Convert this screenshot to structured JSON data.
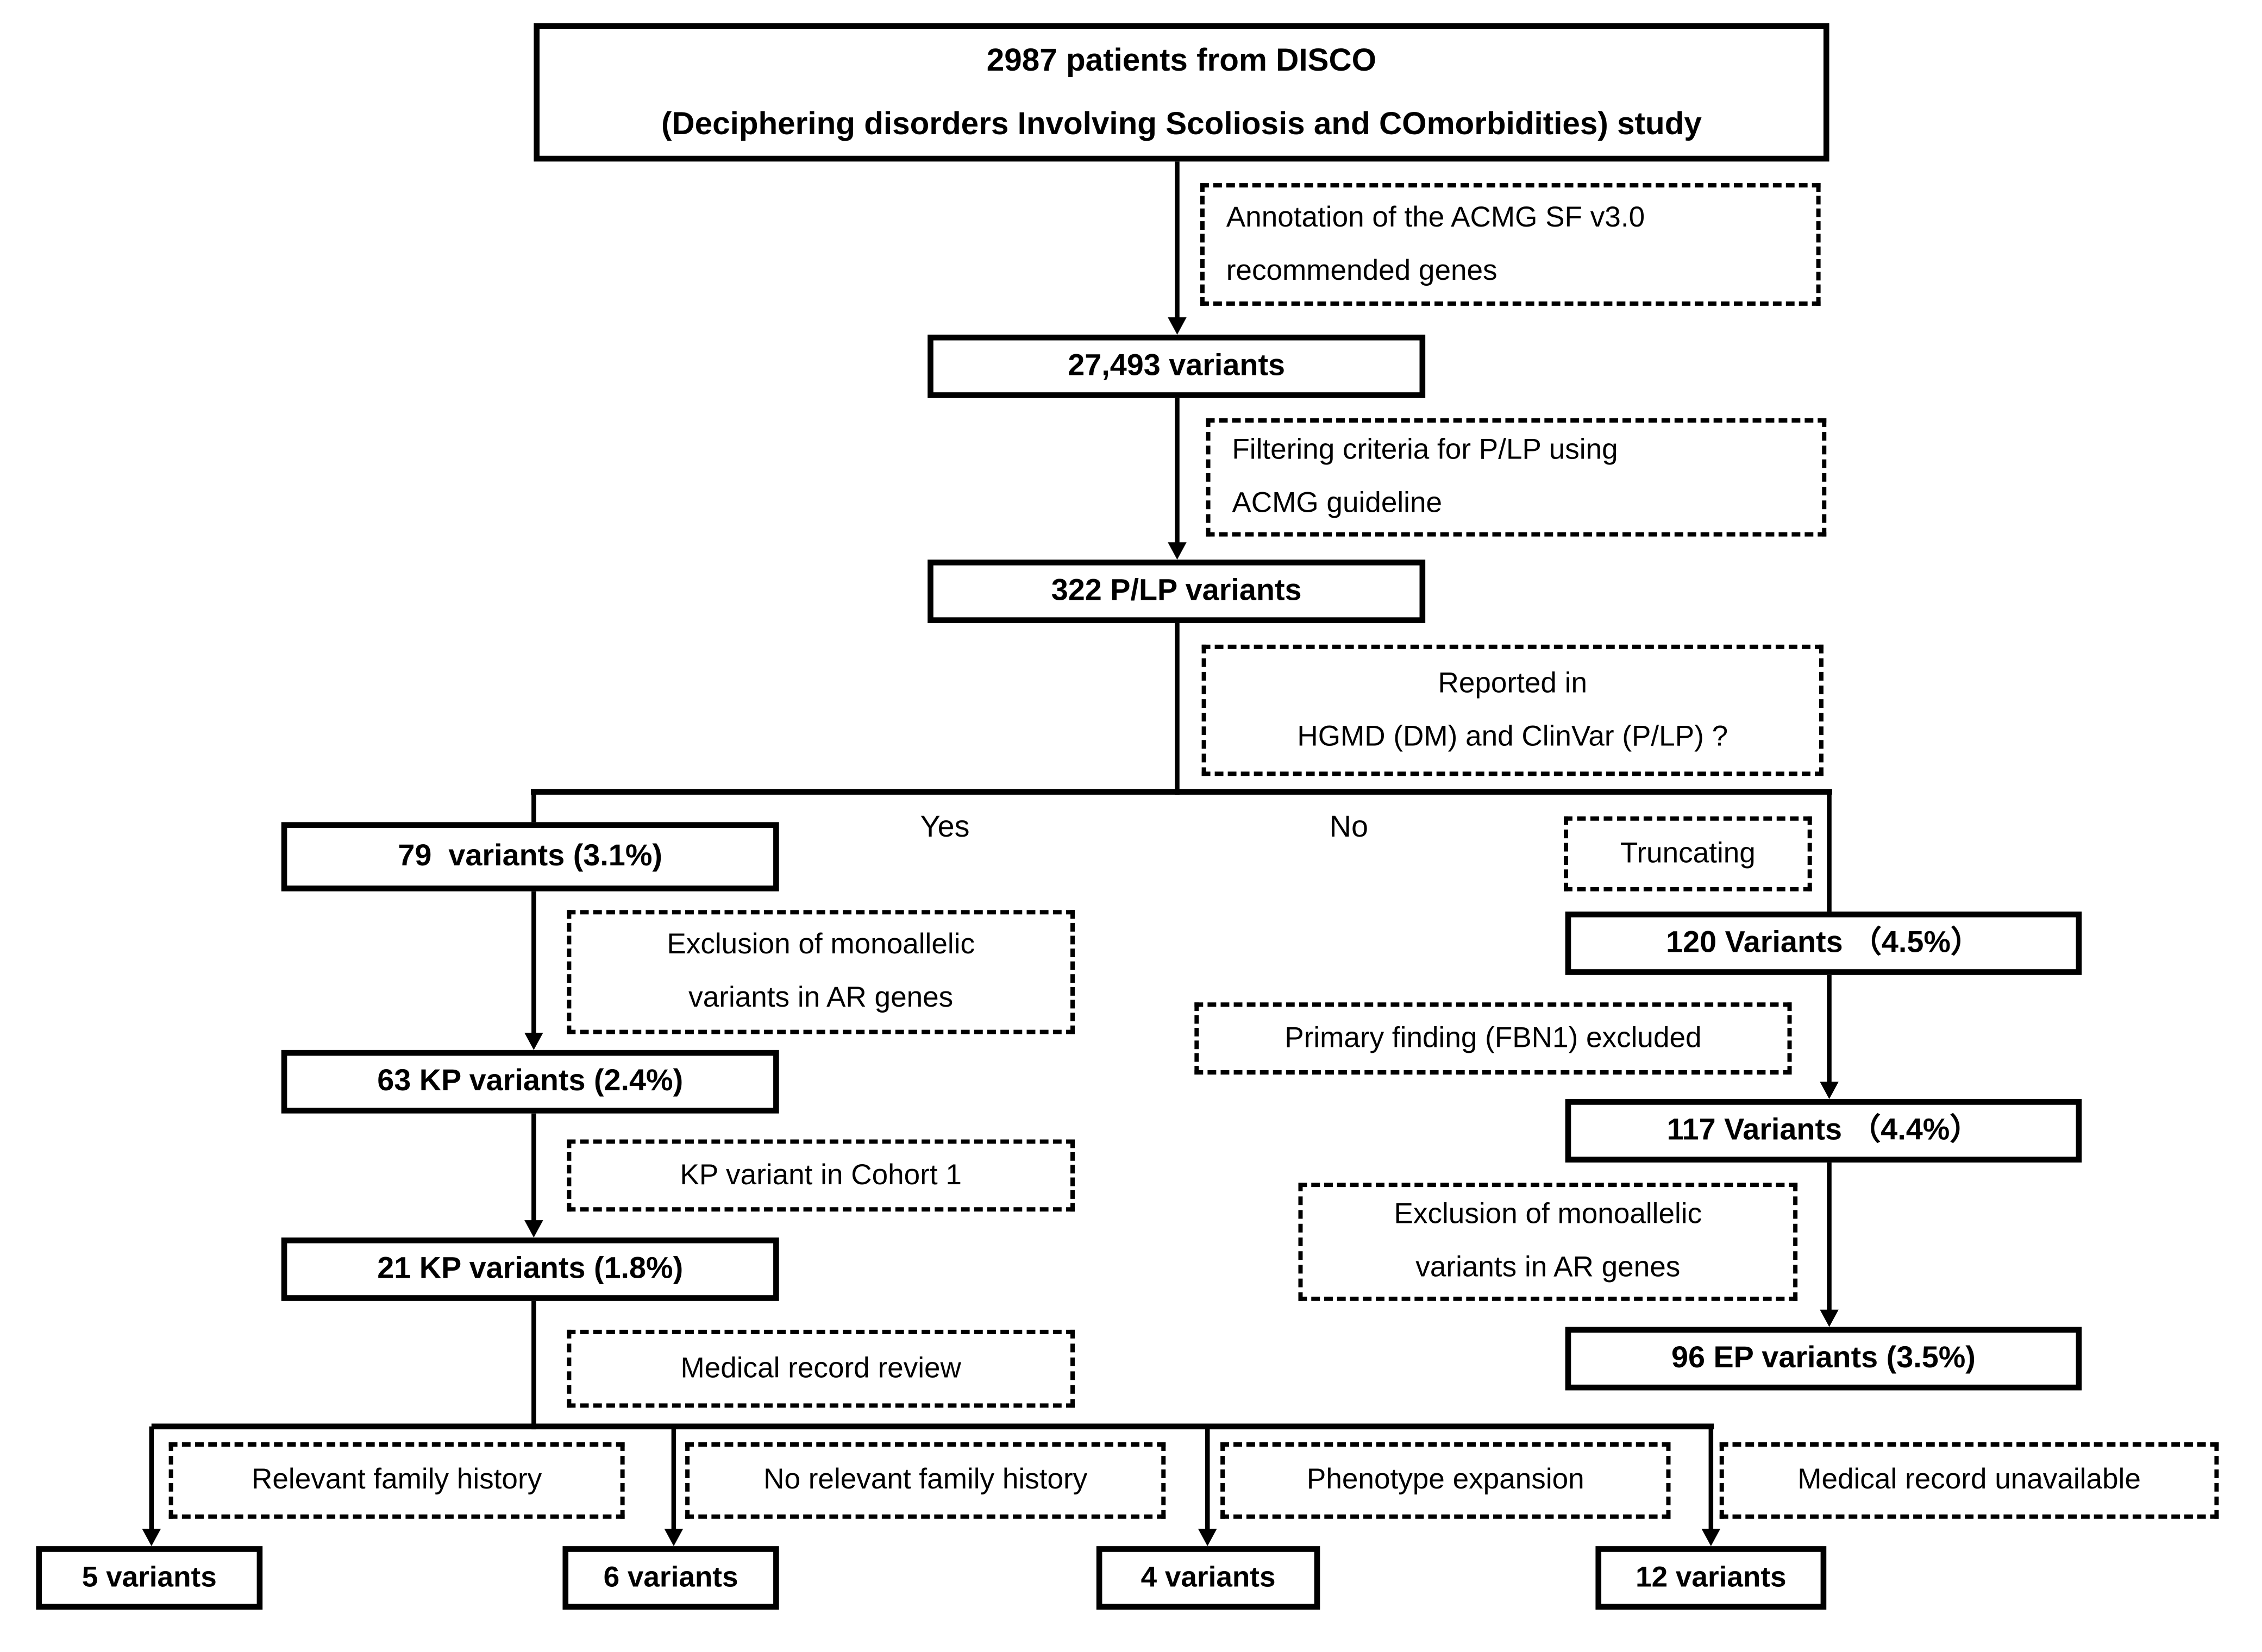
{
  "colors": {
    "line": "#000000",
    "box_border": "#000000",
    "background": "#ffffff",
    "text": "#000000"
  },
  "flowchart": {
    "top_box": {
      "line1": "2987 patients from DISCO",
      "line2": "(Deciphering disorders Involving Scoliosis and COmorbidities) study"
    },
    "process_boxes": {
      "variants_total": "27,493 variants",
      "plp_variants": "322 P/LP variants",
      "reported_79": "79  variants (3.1%)",
      "truncating_120": "120 Variants （4.5%）",
      "kp_63": "63 KP variants (2.4%)",
      "variants_117": "117 Variants （4.4%）",
      "kp_21": "21 KP variants (1.8%)",
      "ep_96": "96 EP variants (3.5%)",
      "variants_5": "5 variants",
      "variants_6": "6 variants",
      "variants_4": "4 variants",
      "variants_12": "12 variants"
    },
    "dashed_boxes": {
      "annotation": {
        "line1": "Annotation of the ACMG SF v3.0",
        "line2": "recommended genes"
      },
      "filtering": {
        "line1": "Filtering criteria for P/LP using",
        "line2": "ACMG guideline"
      },
      "reported": {
        "line1": "Reported in",
        "line2": "HGMD (DM) and ClinVar (P/LP) ?"
      },
      "truncating": "Truncating",
      "exclusion_left": {
        "line1": "Exclusion of monoallelic",
        "line2": "variants in AR genes"
      },
      "primary_finding": "Primary finding (FBN1) excluded",
      "kp_cohort1": "KP variant in Cohort 1",
      "exclusion_right": {
        "line1": "Exclusion of monoallelic",
        "line2": "variants in AR genes"
      },
      "medical_review": "Medical record review",
      "family_history": "Relevant family history",
      "no_family_history": "No relevant family history",
      "phenotype_expansion": "Phenotype expansion",
      "record_unavailable": "Medical record unavailable"
    },
    "branch_labels": {
      "yes": "Yes",
      "no": "No"
    }
  }
}
